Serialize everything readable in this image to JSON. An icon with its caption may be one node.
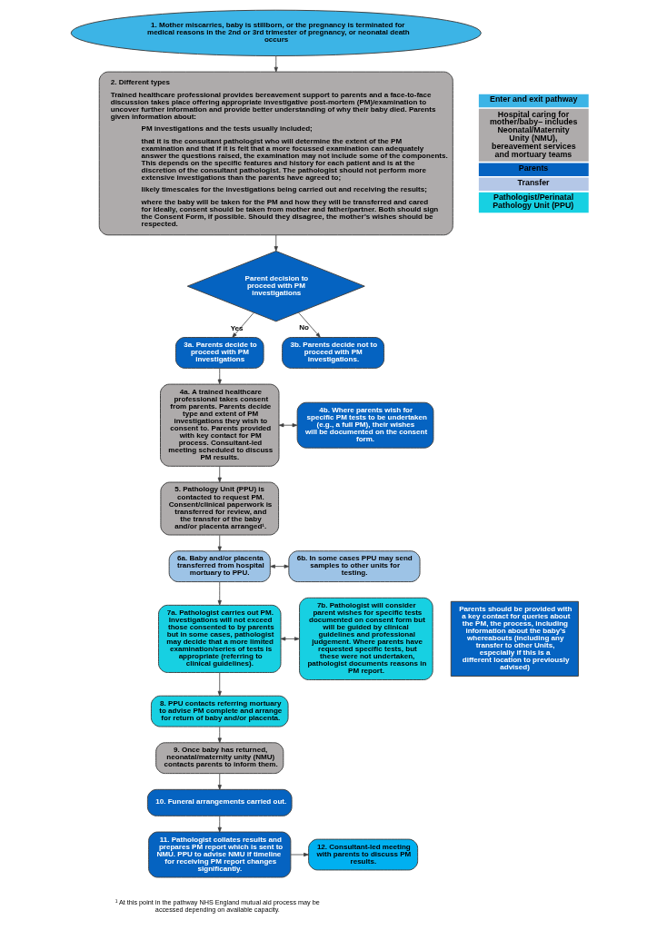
{
  "diagram": {
    "nodes": [
      {
        "text": [
          "1. Mother miscarries, baby is stillborn, or the pregnancy is terminated for medical reasons in the 2nd or 3rd trimester of pregnancy, or neonatal death occurs"
        ]
      },
      {
        "text": [
          "2. Different types",
          "Trained healthcare professional provides bereavement support to parents and a face-to-face discussion takes place offering appropriate investigative post-mortem (PM)/examination to uncover further information and provide better understanding of why their baby died. Parents given information about:",
          "PM investigations and the tests usually included;",
          "that it is the consultant pathologist who will determine the extent of the PM examination and that if it is felt that a more focussed examination can adequately answer the questions raised, the examination may not include some of the components. This depends on the specific features and history for each patient and is at the discretion of the consultant pathologist. The pathologist should not perform more extensive investigations than the parents have agreed to;",
          "likely timescales for the investigations being carried out and receiving the results;",
          "where the baby will be taken for the PM and how they will be transferred and cared for Ideally, consent should be taken from mother and father/partner. Both should sign the Consent Form, if possible. Should they disagree, the mother’s wishes should be respected."
        ]
      },
      {
        "text": [
          "Parent decision to proceed with PM investigations"
        ]
      },
      {
        "text": [
          "3a. Parents decide to proceed with PM investigations"
        ]
      },
      {
        "text": [
          "3b. Parents decide not to proceed with PM investigations."
        ]
      },
      {
        "text": [
          "4a. A trained healthcare professional takes consent from parents. Parents decide type and extent of PM investigations they wish to consent to. Parents provided with key contact for PM process. Consultant-led meeting scheduled to discuss PM results."
        ]
      },
      {
        "text": [
          "4b. Where parents wish for specific PM tests to be undertaken (e.g., a full PM), their wishes will be documented on the consent form."
        ]
      },
      {
        "text": [
          "5. Pathology Unit (PPU) is contacted to request PM. Consent/clinical paperwork is transferred for review, and the transfer of the baby and/or placenta arranged¹."
        ]
      },
      {
        "text": [
          "6a. Baby and/or placenta transferred from hospital mortuary to PPU."
        ]
      },
      {
        "text": [
          "6b. In some cases PPU may send samples to other units for testing."
        ]
      },
      {
        "text": [
          "7a. Pathologist carries out PM. Investigations will not exceed those consented to by parents but in some cases, pathologist may decide that a more limited examination/series of tests is appropriate (referring to clinical guidelines)."
        ]
      },
      {
        "text": [
          "7b. Pathologist will consider parent wishes for specific tests documented on consent form but will be guided by clinical guidelines and professional judgement. Where parents have requested specific tests, but these were not undertaken, pathologist documents reasons in PM report."
        ]
      },
      {
        "text": [
          "8. PPU contacts referring mortuary to advise PM complete and arrange for return of baby and/or placenta."
        ]
      },
      {
        "text": [
          "9. Once baby has returned, neonatal/maternity unity (NMU) contacts parents to inform them."
        ]
      },
      {
        "text": [
          "10. Funeral arrangements carried out."
        ]
      },
      {
        "text": [
          "11. Pathologist collates results and prepares PM report which is sent to NMU. PPU to advise NMU if timeline for receiving PM report changes significantly."
        ]
      },
      {
        "text": [
          "12. Consultant-led meeting with parents to discuss PM results."
        ]
      },
      {
        "text": [
          "Parents should be provided with a key contact for queries about the PM, the process, including information about the baby’s whereabouts (including any transfer to other Units, especially if this is a different location to previously advised)"
        ]
      }
    ],
    "edges": [
      {
        "from": 0,
        "to": 1,
        "arrow": "to"
      },
      {
        "from": 1,
        "to": 2,
        "arrow": "to"
      },
      {
        "from": 2,
        "to": 3,
        "arrow": "to",
        "label": "Yes"
      },
      {
        "from": 2,
        "to": 4,
        "arrow": "to",
        "label": "No"
      },
      {
        "from": 3,
        "to": 5,
        "arrow": "to"
      },
      {
        "from": 5,
        "to": 6,
        "arrow": "both"
      },
      {
        "from": 5,
        "to": 7,
        "arrow": "to"
      },
      {
        "from": 7,
        "to": 8,
        "arrow": "to"
      },
      {
        "from": 8,
        "to": 9,
        "arrow": "both"
      },
      {
        "from": 8,
        "to": 10,
        "arrow": "to"
      },
      {
        "from": 10,
        "to": 11,
        "arrow": "both"
      },
      {
        "from": 10,
        "to": 12,
        "arrow": "to"
      },
      {
        "from": 12,
        "to": 13,
        "arrow": "to"
      },
      {
        "from": 13,
        "to": 14,
        "arrow": "to"
      },
      {
        "from": 14,
        "to": 15,
        "arrow": "to"
      },
      {
        "from": 15,
        "to": 16,
        "arrow": "to"
      }
    ],
    "labels": [
      "¹ At this point in the pathway NHS England mutual aid process may be accessed depending on available capacity."
    ],
    "legend": [
      {
        "text": "Enter and exit pathway",
        "color": "#3cb4e6"
      },
      {
        "text": "Hospital caring for mother/baby– includes Neonatal/Maternity Unity (NMU), bereavement services and mortuary teams",
        "color": "#aeabab"
      },
      {
        "text": "Parents",
        "color": "#0563c1"
      },
      {
        "text": "Transfer",
        "color": "#b4c7e7"
      },
      {
        "text": "Pathologist/Perinatal Pathology Unit (PPU)",
        "color": "#17d0e2"
      }
    ]
  }
}
